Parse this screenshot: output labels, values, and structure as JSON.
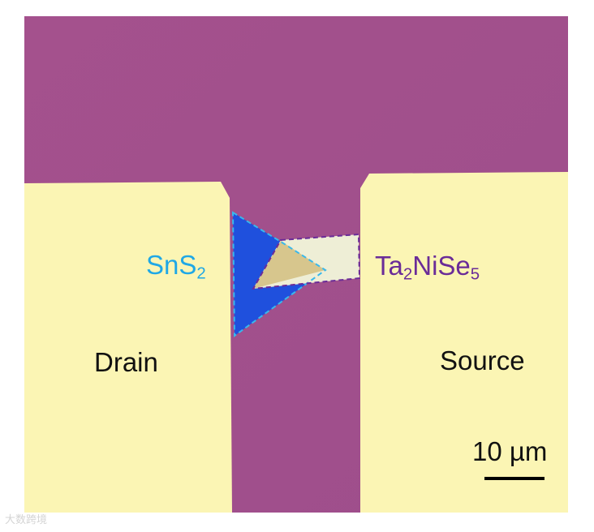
{
  "labels": {
    "drain": "Drain",
    "source": "Source",
    "sns2": {
      "base": "SnS",
      "sub": "2"
    },
    "ta2nise5": {
      "part1": "Ta",
      "sub1": "2",
      "part2": "NiSe",
      "sub2": "5"
    },
    "scale_bar": "10 µm"
  },
  "watermark": "大数跨境",
  "colors": {
    "substrate": "#a24f8c",
    "electrode": "#fbf5b4",
    "sns2_flake": "#1e4fde",
    "sns2_outline": "#35b7ea",
    "ta2nise5_flake": "#efefd7",
    "ta2nise5_outline": "#6a2c98",
    "overlap_region": "#d9c890",
    "text": "#111111"
  }
}
